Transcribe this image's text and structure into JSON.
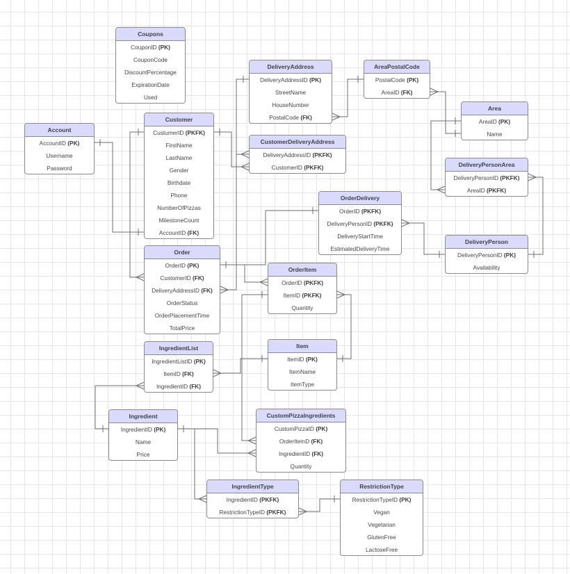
{
  "entities": [
    {
      "id": "coupons",
      "name": "Coupons",
      "attributes": [
        {
          "name": "CouponID",
          "key": "(PK)"
        },
        {
          "name": "CouponCode"
        },
        {
          "name": "DiscountPercentage"
        },
        {
          "name": "ExpirationDate"
        },
        {
          "name": "Used"
        }
      ]
    },
    {
      "id": "account",
      "name": "Account",
      "attributes": [
        {
          "name": "AccountID",
          "key": "(PK)"
        },
        {
          "name": "Username"
        },
        {
          "name": "Password"
        }
      ]
    },
    {
      "id": "customer",
      "name": "Customer",
      "attributes": [
        {
          "name": "CustumerID",
          "key": "(PKFK)"
        },
        {
          "name": "FirstName"
        },
        {
          "name": "LastName"
        },
        {
          "name": "Gender"
        },
        {
          "name": "Birthdate"
        },
        {
          "name": "Phone"
        },
        {
          "name": "NumberOfPizzas"
        },
        {
          "name": "MilestoneCount"
        },
        {
          "name": "AccountID",
          "key": "(FK)"
        }
      ]
    },
    {
      "id": "deliveryaddress",
      "name": "DeliveryAddress",
      "attributes": [
        {
          "name": "DeliveryAddressID",
          "key": "(PK)"
        },
        {
          "name": "StreetName"
        },
        {
          "name": "HouseNumber"
        },
        {
          "name": "PostalCode",
          "key": "(FK)"
        }
      ]
    },
    {
      "id": "areapostalcode",
      "name": "AreaPostalCode",
      "attributes": [
        {
          "name": "PostalCode",
          "key": "(PK)"
        },
        {
          "name": "AreaID",
          "key": "(FK)"
        }
      ]
    },
    {
      "id": "area",
      "name": "Area",
      "attributes": [
        {
          "name": "AreaID",
          "key": "(PK)"
        },
        {
          "name": "Name"
        }
      ]
    },
    {
      "id": "customerdeliveryaddress",
      "name": "CustomerDeliveryAddress",
      "attributes": [
        {
          "name": "DeliveryAddressID",
          "key": "(PKFK)"
        },
        {
          "name": "CustomerID",
          "key": "(PKFK)"
        }
      ]
    },
    {
      "id": "deliverypersonarea",
      "name": "DeliveryPersonArea",
      "attributes": [
        {
          "name": "DeliveryPersonID",
          "key": "(PKFK)"
        },
        {
          "name": "AreaID",
          "key": "(PKFK)"
        }
      ]
    },
    {
      "id": "orderdelivery",
      "name": "OrderDelivery",
      "attributes": [
        {
          "name": "OrderID",
          "key": "(PKFK)"
        },
        {
          "name": "DeliveryPersonID",
          "key": "(PKFK)"
        },
        {
          "name": "DeliveryStartTime"
        },
        {
          "name": "EstimatedDeliveryTime"
        }
      ]
    },
    {
      "id": "deliveryperson",
      "name": "DeliveryPerson",
      "attributes": [
        {
          "name": "DeliveryPersonID",
          "key": "(PK)"
        },
        {
          "name": "Availability"
        }
      ]
    },
    {
      "id": "order",
      "name": "Order",
      "attributes": [
        {
          "name": "OrderID",
          "key": "(PK)"
        },
        {
          "name": "CustomerID",
          "key": "(FK)"
        },
        {
          "name": "DeliveryAddressID",
          "key": "(FK)"
        },
        {
          "name": "OrderStatus"
        },
        {
          "name": "OrderPlacementTime"
        },
        {
          "name": "TotalPrice"
        }
      ]
    },
    {
      "id": "orderitem",
      "name": "OrderItem",
      "attributes": [
        {
          "name": "OrderID",
          "key": "(PKFK)"
        },
        {
          "name": "ItemID",
          "key": "(PKFK)"
        },
        {
          "name": "Quantity"
        }
      ]
    },
    {
      "id": "ingredientlist",
      "name": "IngredientList",
      "attributes": [
        {
          "name": "IngredientListID",
          "key": "(PK)"
        },
        {
          "name": "ItemID",
          "key": "(FK)"
        },
        {
          "name": "IngredientID",
          "key": "(FK)"
        }
      ]
    },
    {
      "id": "item",
      "name": "Item",
      "attributes": [
        {
          "name": "ItemID",
          "key": "(PK)"
        },
        {
          "name": "ItemName"
        },
        {
          "name": "ItemType"
        }
      ]
    },
    {
      "id": "ingredient",
      "name": "Ingredient",
      "attributes": [
        {
          "name": "IngredientID",
          "key": "(PK)"
        },
        {
          "name": "Name"
        },
        {
          "name": "Price"
        }
      ]
    },
    {
      "id": "custompizzaingredients",
      "name": "CustomPizzaIngredients",
      "attributes": [
        {
          "name": "CustomPizzaID",
          "key": "(PK)"
        },
        {
          "name": "OrderItemD",
          "key": "(FK)"
        },
        {
          "name": "IngredientID",
          "key": "(FK)"
        },
        {
          "name": "Quantity"
        }
      ]
    },
    {
      "id": "ingredienttype",
      "name": "IngredientType",
      "attributes": [
        {
          "name": "IngredientID",
          "key": "(PKFK)"
        },
        {
          "name": "RestrictionTypeID",
          "key": "(PKFK)"
        }
      ]
    },
    {
      "id": "restrictiontype",
      "name": "RestrictionType",
      "attributes": [
        {
          "name": "RestrictionTypeID",
          "key": "(PK)"
        },
        {
          "name": "Vegan"
        },
        {
          "name": "Vegetarian"
        },
        {
          "name": "GlutenFree"
        },
        {
          "name": "LactoseFree"
        }
      ]
    }
  ],
  "relationships": [
    {
      "from": "account",
      "to": "customer",
      "from_card": "one",
      "to_card": "one"
    },
    {
      "from": "customer",
      "to": "customerdeliveryaddress",
      "from_card": "one",
      "to_card": "many"
    },
    {
      "from": "deliveryaddress",
      "to": "customerdeliveryaddress",
      "from_card": "one",
      "to_card": "many"
    },
    {
      "from": "areapostalcode",
      "to": "deliveryaddress",
      "from_card": "one",
      "to_card": "many"
    },
    {
      "from": "area",
      "to": "areapostalcode",
      "from_card": "one",
      "to_card": "many"
    },
    {
      "from": "area",
      "to": "deliverypersonarea",
      "from_card": "one",
      "to_card": "many"
    },
    {
      "from": "deliveryperson",
      "to": "deliverypersonarea",
      "from_card": "one",
      "to_card": "many"
    },
    {
      "from": "deliveryperson",
      "to": "orderdelivery",
      "from_card": "one",
      "to_card": "many"
    },
    {
      "from": "order",
      "to": "orderdelivery",
      "from_card": "one",
      "to_card": "one"
    },
    {
      "from": "customer",
      "to": "order",
      "from_card": "one",
      "to_card": "many"
    },
    {
      "from": "deliveryaddress",
      "to": "order",
      "from_card": "one",
      "to_card": "many"
    },
    {
      "from": "order",
      "to": "orderitem",
      "from_card": "one",
      "to_card": "many"
    },
    {
      "from": "item",
      "to": "orderitem",
      "from_card": "one",
      "to_card": "many"
    },
    {
      "from": "item",
      "to": "ingredientlist",
      "from_card": "one",
      "to_card": "many"
    },
    {
      "from": "ingredient",
      "to": "ingredientlist",
      "from_card": "one",
      "to_card": "many"
    },
    {
      "from": "orderitem",
      "to": "custompizzaingredients",
      "from_card": "one",
      "to_card": "many"
    },
    {
      "from": "ingredient",
      "to": "custompizzaingredients",
      "from_card": "one",
      "to_card": "many"
    },
    {
      "from": "ingredient",
      "to": "ingredienttype",
      "from_card": "one",
      "to_card": "many"
    },
    {
      "from": "restrictiontype",
      "to": "ingredienttype",
      "from_card": "one",
      "to_card": "many"
    }
  ]
}
